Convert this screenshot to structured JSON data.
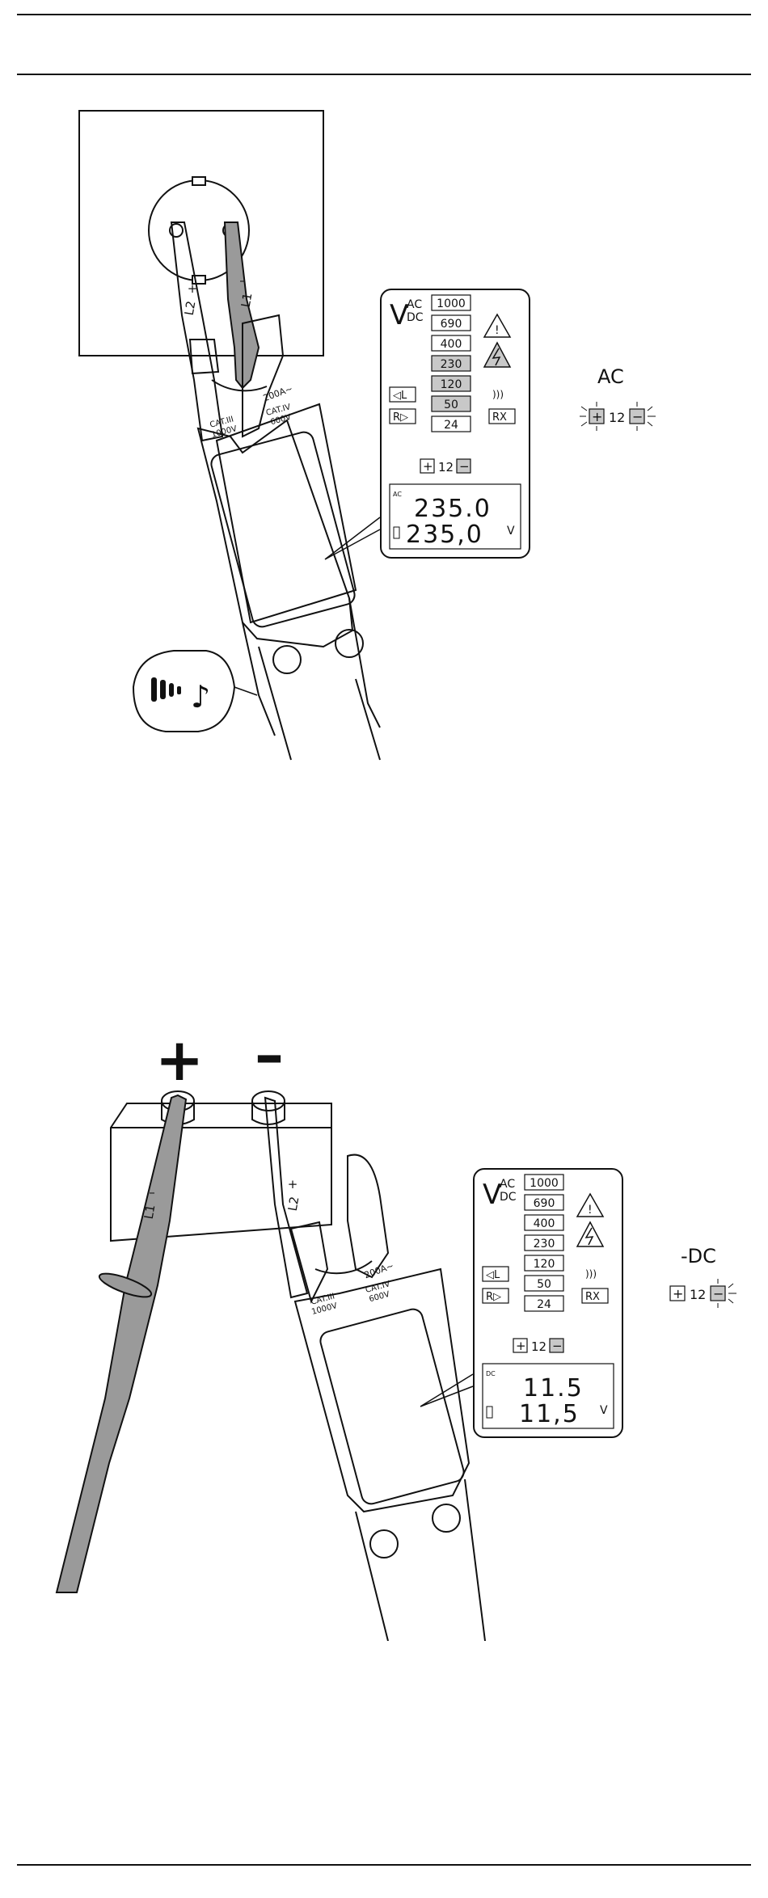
{
  "figure1": {
    "mode_label": "AC",
    "socket": {
      "probe_left": "L2",
      "probe_left_sign": "+",
      "probe_right": "L1",
      "probe_right_sign": "–"
    },
    "body": {
      "rating_left": "CAT.III\n1000V",
      "rating_right": "CAT.IV\n600V",
      "clamp_label": "200A~"
    },
    "panel": {
      "v_label": "V",
      "ac_label": "AC",
      "dc_label": "DC",
      "levels": [
        "1000",
        "690",
        "400",
        "230",
        "120",
        "50",
        "24"
      ],
      "lit_levels": [
        "230",
        "120",
        "50"
      ],
      "side_left_top": "◁L",
      "side_left_bottom": "R▷",
      "side_right_bottom": "RX",
      "beep": ")))",
      "plus": "+",
      "minus": "−",
      "battery_volt": "12",
      "lcd_mode": "AC",
      "lcd_top": "235.0",
      "lcd_bottom": "235,0",
      "lcd_unit": "V"
    },
    "indicator": {
      "plus": "+",
      "minus": "−",
      "value": "12"
    },
    "beep_symbol": "♪"
  },
  "figure2": {
    "mode_label": "-DC",
    "terminal_plus": "+",
    "terminal_minus": "–",
    "probe_left": "L1",
    "probe_left_sign": "–",
    "probe_right": "L2",
    "probe_right_sign": "+",
    "body": {
      "rating_left": "CAT.III\n1000V",
      "rating_right": "CAT.IV\n600V",
      "clamp_label": "200A~"
    },
    "panel": {
      "v_label": "V",
      "ac_label": "AC",
      "dc_label": "DC",
      "levels": [
        "1000",
        "690",
        "400",
        "230",
        "120",
        "50",
        "24"
      ],
      "lit_levels": [],
      "side_left_top": "◁L",
      "side_left_bottom": "R▷",
      "side_right_bottom": "RX",
      "beep": ")))",
      "plus": "+",
      "minus": "−",
      "battery_volt": "12",
      "lcd_mode": "DC",
      "lcd_top": "11.5",
      "lcd_bottom": "11,5",
      "lcd_unit": "V"
    },
    "indicator": {
      "plus": "+",
      "minus": "−",
      "value": "12"
    }
  },
  "colors": {
    "ink": "#111111",
    "lit": "#c8c8c8",
    "probe_grey": "#9a9a9a"
  }
}
